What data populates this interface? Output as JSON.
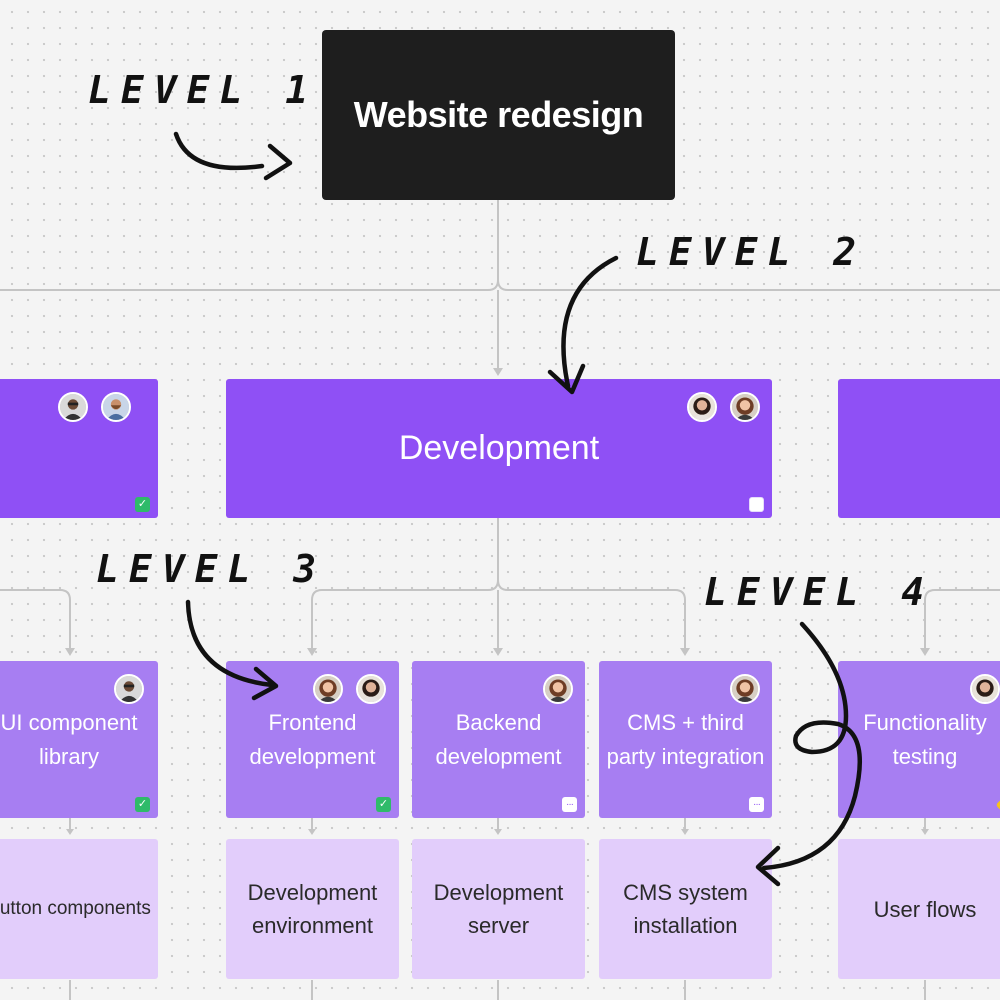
{
  "root": {
    "label": "Website redesign"
  },
  "level2": [
    {
      "label": "",
      "status": "done",
      "avatars": [
        "man-glasses-avatar",
        "man-beard-avatar"
      ]
    },
    {
      "label": "Development",
      "status": "todo",
      "avatars": [
        "woman-dark-hair-avatar",
        "woman-brown-hair-avatar"
      ]
    },
    {
      "label": "",
      "status": "none",
      "avatars": []
    }
  ],
  "level3": [
    {
      "label": "UI component library",
      "status": "done",
      "avatars": [
        "man-glasses-avatar"
      ]
    },
    {
      "label": "Frontend development",
      "status": "done",
      "avatars": [
        "woman-brown-hair-avatar",
        "woman-dark-hair-avatar"
      ]
    },
    {
      "label": "Backend development",
      "status": "progress",
      "avatars": [
        "woman-brown-hair-avatar"
      ]
    },
    {
      "label": "CMS + third party integration",
      "status": "progress",
      "avatars": [
        "woman-brown-hair-avatar"
      ]
    },
    {
      "label": "Functionality testing",
      "status": "warn",
      "avatars": [
        "woman-dark-hair-avatar"
      ]
    }
  ],
  "level4": [
    {
      "label": "Button components"
    },
    {
      "label": "Development environment"
    },
    {
      "label": "Development server"
    },
    {
      "label": "CMS system installation"
    },
    {
      "label": "User flows"
    }
  ],
  "annotations": {
    "level1": "LEVEL 1",
    "level2": "LEVEL 2",
    "level3": "LEVEL 3",
    "level4": "LEVEL 4"
  },
  "colors": {
    "root": "#1e1e1e",
    "level2": "#8f50f5",
    "level3": "#a77ef2",
    "level4": "#e2cdfb",
    "connector": "#c4c4c4",
    "status_done": "#2fbb6a",
    "status_warn": "#f7c21a"
  }
}
